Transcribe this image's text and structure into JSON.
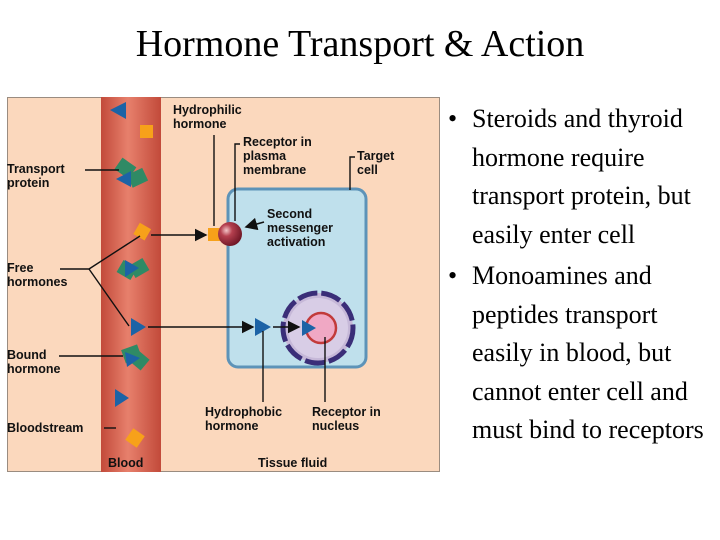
{
  "title": "Hormone Transport & Action",
  "diagram": {
    "labels": {
      "hydrophilic_hormone": [
        "Hydrophilic",
        "hormone"
      ],
      "receptor_membrane": [
        "Receptor in",
        "plasma",
        "membrane"
      ],
      "target_cell": [
        "Target",
        "cell"
      ],
      "transport_protein": [
        "Transport",
        "protein"
      ],
      "second_messenger": [
        "Second",
        "messenger",
        "activation"
      ],
      "free_hormones": [
        "Free",
        "hormones"
      ],
      "bound_hormone": [
        "Bound",
        "hormone"
      ],
      "bloodstream": "Bloodstream",
      "hydrophobic_hormone": [
        "Hydrophobic",
        "hormone"
      ],
      "receptor_nucleus": [
        "Receptor in",
        "nucleus"
      ],
      "blood": "Blood",
      "tissue_fluid": "Tissue fluid"
    },
    "icons": [
      "hydrophilic-hormone-square-icon",
      "hydrophobic-hormone-triangle-icon",
      "transport-protein-icon",
      "membrane-receptor-icon",
      "nucleus-icon"
    ],
    "colors": {
      "tissue_fluid": "#fbd8bd",
      "blood_vessel": "#d9614f",
      "cell": "#bfe0ec",
      "cell_border": "#5d93b8",
      "nucleus": "#3a2e78",
      "nucleus_fill": "#f0a8c4",
      "hydrophilic": "#f7a11a",
      "hydrophobic": "#1c63a6",
      "transport_protein": "#2f8a65",
      "receptor": "#8e2234"
    }
  },
  "bullets": [
    "Steroids and thyroid hormone require transport protein, but easily enter cell",
    "Monoamines and peptides transport easily in blood, but cannot enter cell and must bind to receptors"
  ]
}
